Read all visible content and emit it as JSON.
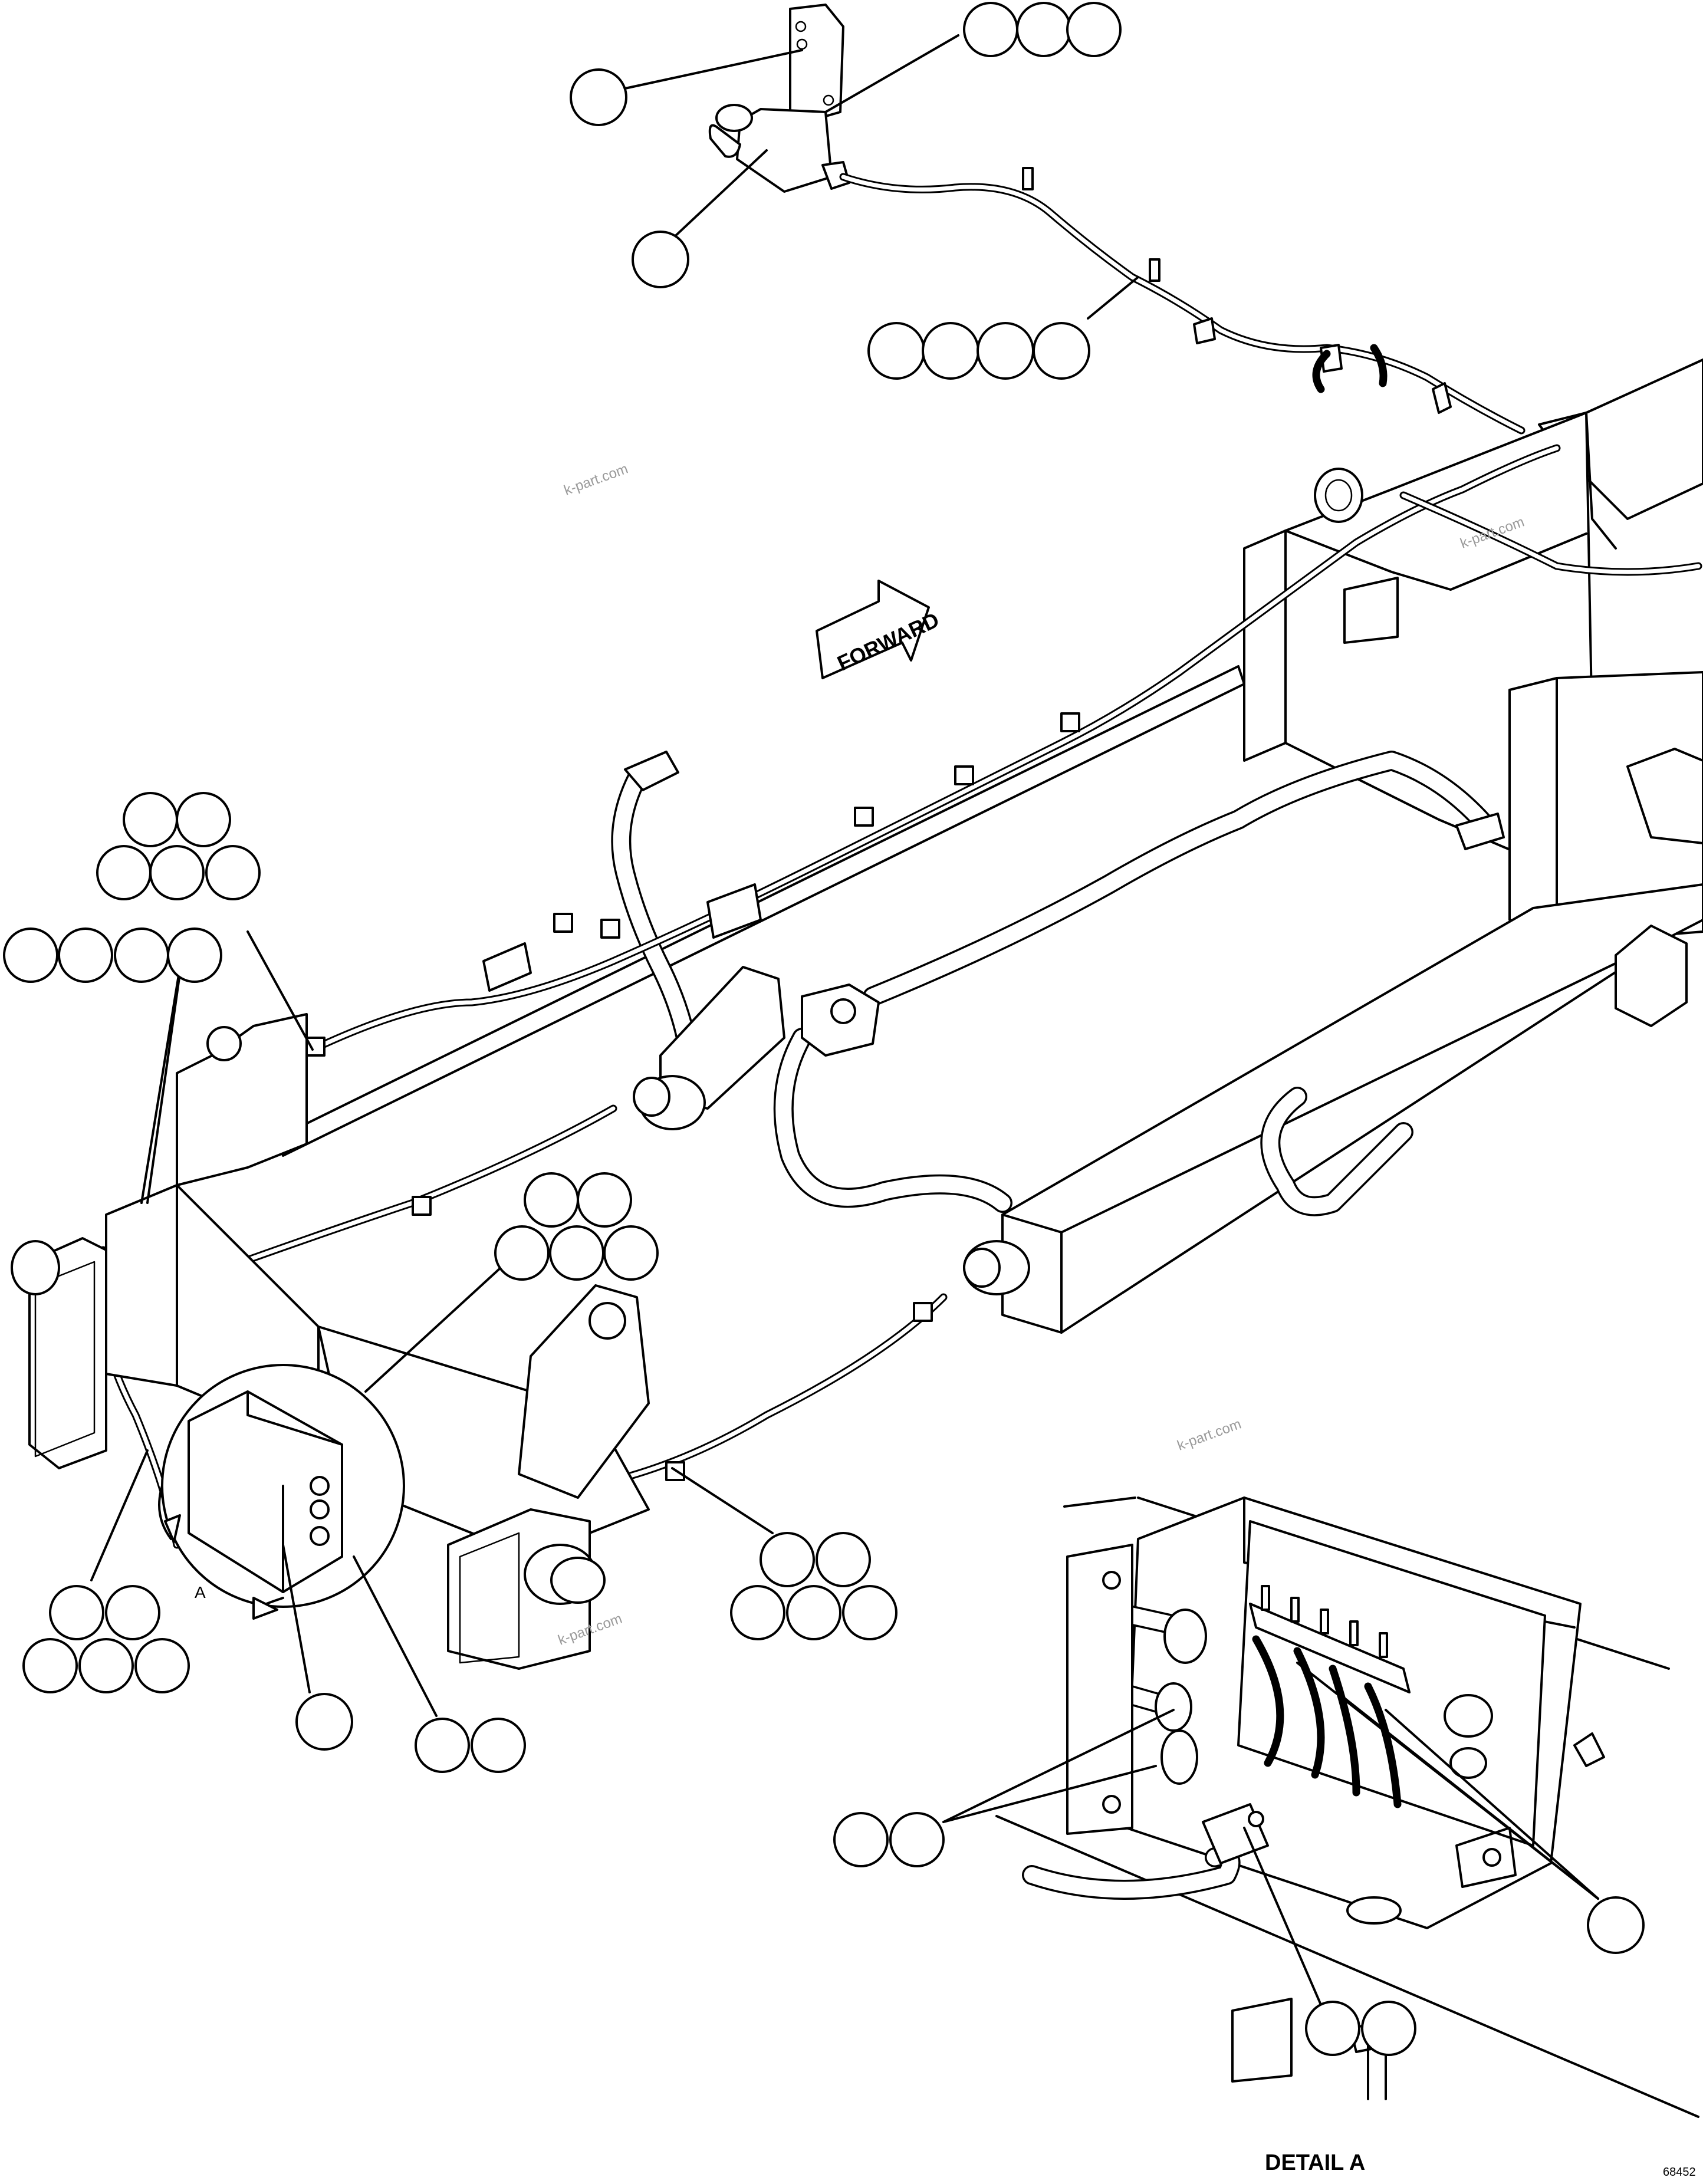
{
  "drawing": {
    "direction_arrow_label": "FORWARD",
    "detail_view_marker": "A",
    "detail_title": "DETAIL A",
    "sheet_code": "68452",
    "watermark_text": "k-part.com"
  },
  "callout_balloons": [
    {
      "id": "frame-hanger-bracket",
      "count": 1
    },
    {
      "id": "wire-to-bracket",
      "count": 3
    },
    {
      "id": "rear-connector",
      "count": 1
    },
    {
      "id": "upper-harness-clip",
      "count": 4
    },
    {
      "id": "left-frame-clamp",
      "count": 5
    },
    {
      "id": "left-vertical-harness",
      "count": 4
    },
    {
      "id": "center-harness-clamp",
      "count": 5
    },
    {
      "id": "lower-left-clamp",
      "count": 5
    },
    {
      "id": "junction-box",
      "count": 1
    },
    {
      "id": "junction-box-fastener",
      "count": 2
    },
    {
      "id": "front-harness-clamp",
      "count": 5
    },
    {
      "id": "detail-grommets",
      "count": 2
    },
    {
      "id": "detail-terminal-wires",
      "count": 1
    },
    {
      "id": "detail-hose-clamp",
      "count": 2
    }
  ]
}
